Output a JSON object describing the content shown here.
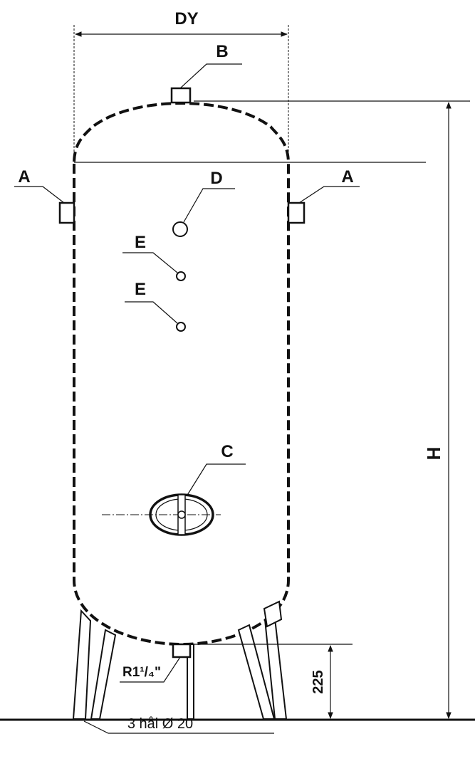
{
  "diagram": {
    "labels": {
      "dy": "DY",
      "b": "B",
      "a_left": "A",
      "a_right": "A",
      "d": "D",
      "e1": "E",
      "e2": "E",
      "c": "C",
      "h": "H",
      "dim_225": "225",
      "thread": "R1¹/₄\"",
      "holes": "3 hål Ø 20"
    }
  }
}
